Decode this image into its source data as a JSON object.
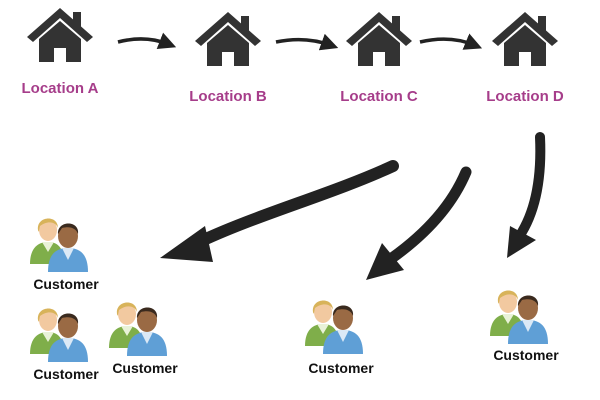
{
  "colors": {
    "location_label": "#a63d8a",
    "house": "#333333",
    "arrow": "#222222",
    "customer_label": "#111111"
  },
  "icons": {
    "location": "house-icon",
    "customer": "customers-icon"
  },
  "locations": [
    {
      "label": "Location A"
    },
    {
      "label": "Location B"
    },
    {
      "label": "Location C"
    },
    {
      "label": "Location D"
    }
  ],
  "customers": [
    {
      "label": "Customer"
    },
    {
      "label": "Customer"
    },
    {
      "label": "Customer"
    },
    {
      "label": "Customer"
    },
    {
      "label": "Customer"
    }
  ]
}
